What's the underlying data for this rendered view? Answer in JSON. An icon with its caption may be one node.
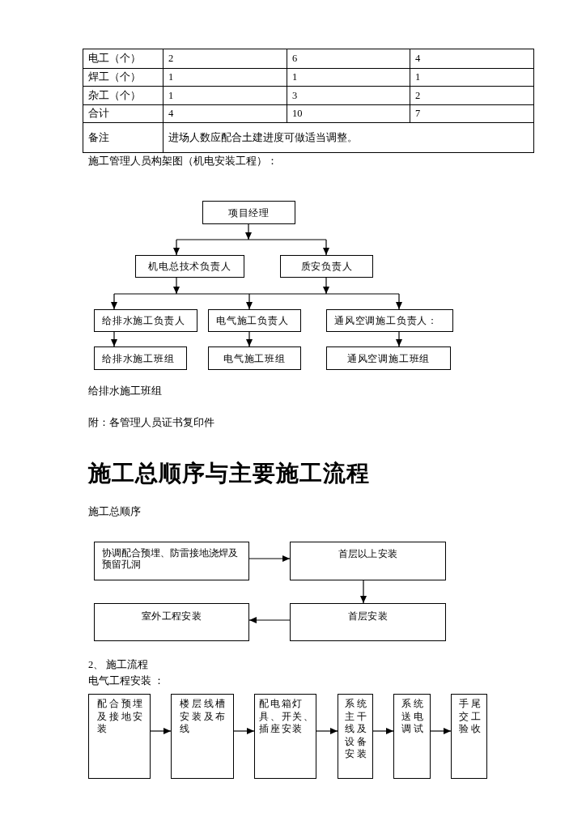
{
  "diagram": {
    "title": "施工总顺序与主要施工流程",
    "nodes": [
      {
        "text": [
          "项目经理"
        ]
      },
      {
        "text": [
          "机电总技术负责人"
        ]
      },
      {
        "text": [
          "质安负责人"
        ]
      },
      {
        "text": [
          "给排水施工负责人"
        ]
      },
      {
        "text": [
          "电气施工负责人"
        ]
      },
      {
        "text": [
          "通风空调施工负责人："
        ]
      },
      {
        "text": [
          "给排水施工班组"
        ]
      },
      {
        "text": [
          "电气施工班组"
        ]
      },
      {
        "text": [
          "通风空调施工班组"
        ]
      },
      {
        "text": [
          "协调配合预埋、防雷接地浇焊及预留孔洞"
        ]
      },
      {
        "text": [
          "首层以上安装"
        ]
      },
      {
        "text": [
          "室外工程安装"
        ]
      },
      {
        "text": [
          "首层安装"
        ]
      },
      {
        "text": [
          "配合预埋及接地安装"
        ]
      },
      {
        "text": [
          "楼层线槽安装及布线"
        ]
      },
      {
        "text": [
          "配电箱灯具、开关、插座安装"
        ]
      },
      {
        "text": [
          "系统主干线及设备安装"
        ]
      },
      {
        "text": [
          "系统送电调试"
        ]
      },
      {
        "text": [
          "手尾交工验收"
        ]
      }
    ],
    "edges": [
      {
        "from": 0,
        "to": 1,
        "arrow": "to"
      },
      {
        "from": 0,
        "to": 2,
        "arrow": "to"
      },
      {
        "from": 1,
        "to": 3,
        "arrow": "to"
      },
      {
        "from": 1,
        "to": 4,
        "arrow": "to"
      },
      {
        "from": 1,
        "to": 5,
        "arrow": "to"
      },
      {
        "from": 2,
        "to": 3,
        "arrow": "to"
      },
      {
        "from": 2,
        "to": 4,
        "arrow": "to"
      },
      {
        "from": 2,
        "to": 5,
        "arrow": "to"
      },
      {
        "from": 3,
        "to": 6,
        "arrow": "to"
      },
      {
        "from": 4,
        "to": 7,
        "arrow": "to"
      },
      {
        "from": 5,
        "to": 8,
        "arrow": "to"
      },
      {
        "from": 9,
        "to": 10,
        "arrow": "to"
      },
      {
        "from": 10,
        "to": 12,
        "arrow": "to"
      },
      {
        "from": 12,
        "to": 11,
        "arrow": "to"
      },
      {
        "from": 13,
        "to": 14,
        "arrow": "to"
      },
      {
        "from": 14,
        "to": 15,
        "arrow": "to"
      },
      {
        "from": 15,
        "to": 16,
        "arrow": "to"
      },
      {
        "from": 16,
        "to": 17,
        "arrow": "to"
      },
      {
        "from": 17,
        "to": 18,
        "arrow": "to"
      }
    ],
    "labels": [
      "电工（个）",
      "2",
      "6",
      "4",
      "焊工（个）",
      "1",
      "1",
      "1",
      "杂工（个）",
      "1",
      "3",
      "2",
      "合计",
      "4",
      "10",
      "7",
      "备注",
      "进场人数应配合土建进度可做适当调整。",
      "施工管理人员构架图（机电安装工程）：",
      "给排水施工班组",
      "附：各管理人员证书复印件",
      "施工总顺序",
      "2、 施工流程",
      "电气工程安装 ："
    ]
  }
}
